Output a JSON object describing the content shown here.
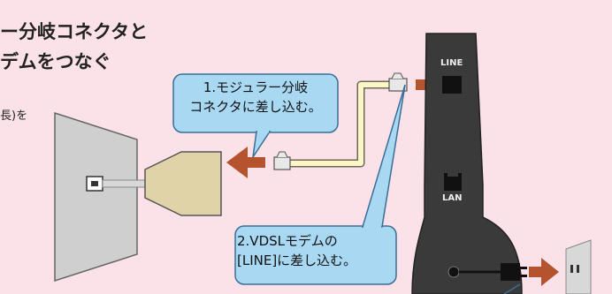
{
  "title": {
    "line1": "ー分岐コネクタと",
    "line2": "デムをつなぐ"
  },
  "side_note": "長)を",
  "callouts": {
    "step1_line1": "1.モジュラー分岐",
    "step1_line2": "コネクタに差し込む。",
    "step2_line1": "2.VDSLモデムの",
    "step2_line2": "[LINE]に差し込む。"
  },
  "modem": {
    "port_line": "LINE",
    "port_lan": "LAN"
  },
  "colors": {
    "background": "#fbe2e8",
    "callout_fill": "#a9d8f3",
    "callout_stroke": "#3a6e96",
    "arrow": "#b4532d",
    "modem": "#3a3a3a",
    "cable": "#fdf6c7",
    "connector": "#e0d3a8",
    "wall_plate": "#cfcfcf"
  }
}
